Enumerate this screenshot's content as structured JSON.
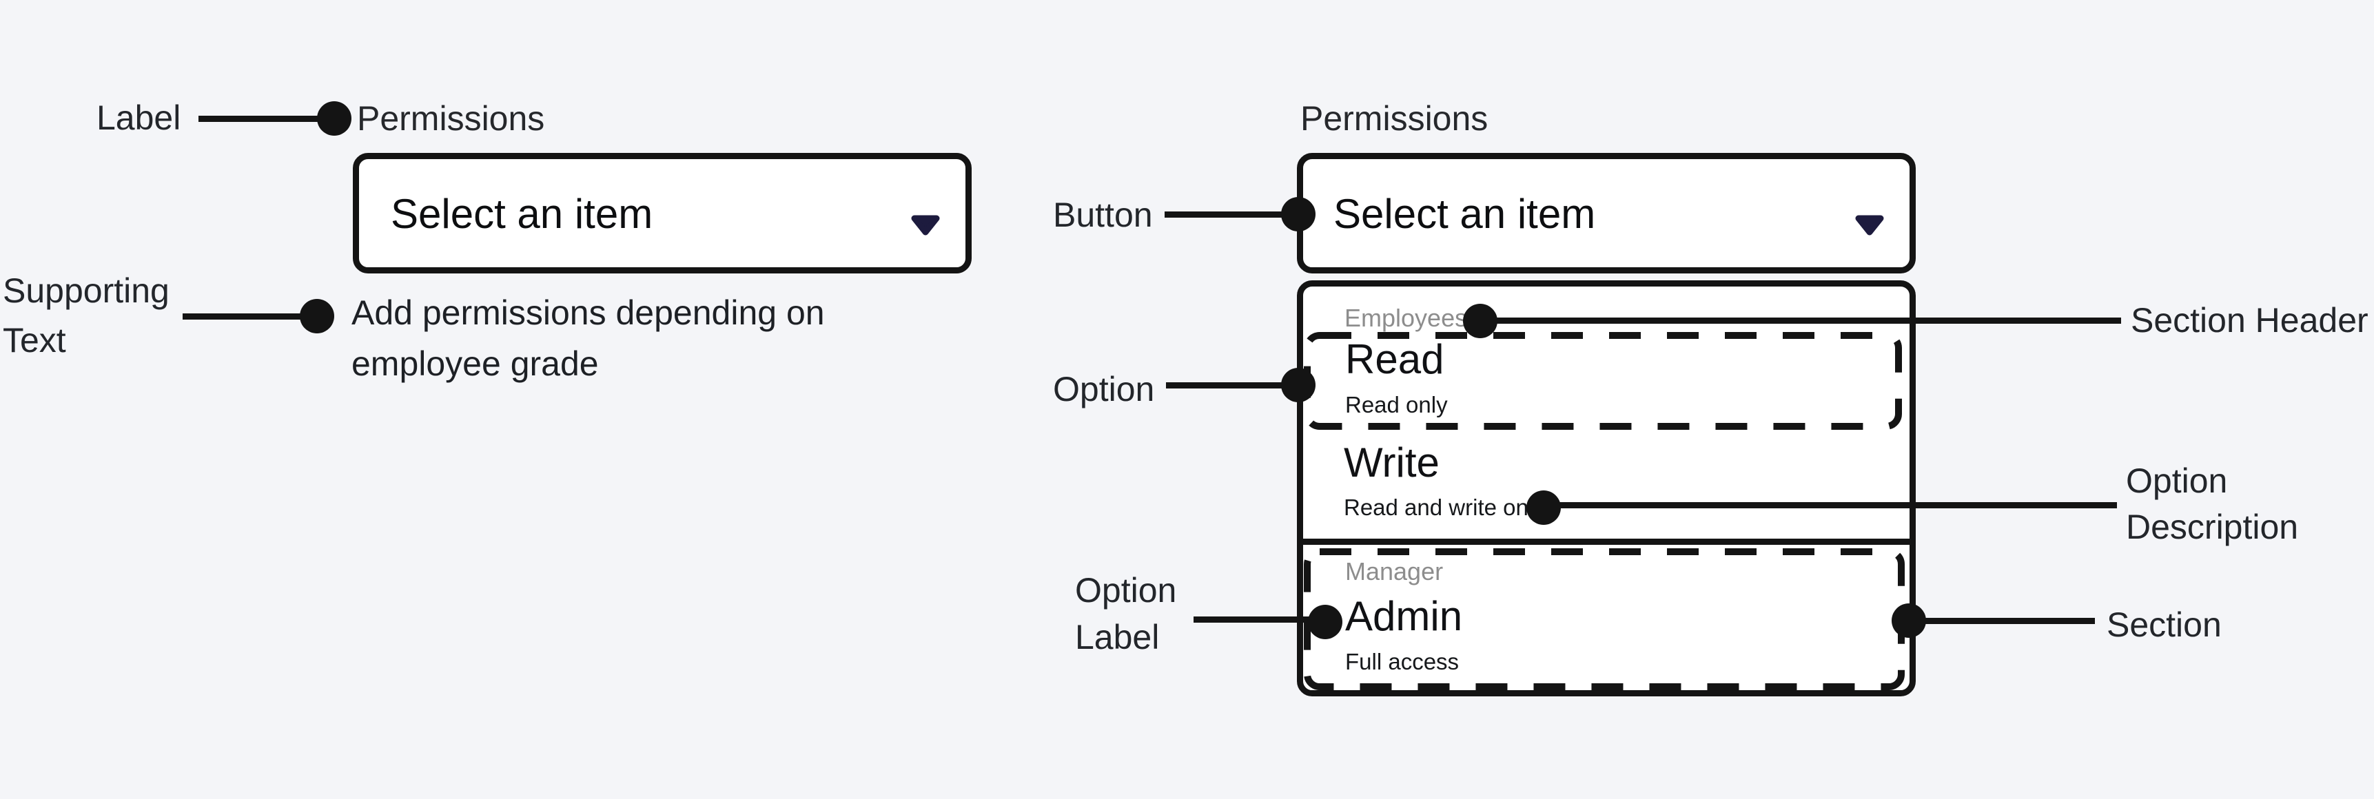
{
  "colors": {
    "background": "#f4f5f8",
    "surface": "#ffffff",
    "ink": "#141414",
    "muted_header": "#8d8d8d",
    "chevron": "#1d1b3e"
  },
  "left_component": {
    "label": "Permissions",
    "button_text": "Select an item",
    "supporting_text_line1": "Add permissions depending on",
    "supporting_text_line2": "employee grade"
  },
  "right_component": {
    "label": "Permissions",
    "button_text": "Select an item",
    "menu": {
      "sections": [
        {
          "header": "Employees",
          "options": [
            {
              "label": "Read",
              "description": "Read only"
            },
            {
              "label": "Write",
              "description": "Read and write only"
            }
          ]
        },
        {
          "header": "Manager",
          "options": [
            {
              "label": "Admin",
              "description": "Full access"
            }
          ]
        }
      ]
    }
  },
  "annotations": {
    "label": "Label",
    "supporting_line1": "Supporting",
    "supporting_line2": "Text",
    "button": "Button",
    "option": "Option",
    "section_header": "Section Header",
    "option_description_line1": "Option",
    "option_description_line2": "Description",
    "option_label_line1": "Option",
    "option_label_line2": "Label",
    "section": "Section"
  }
}
